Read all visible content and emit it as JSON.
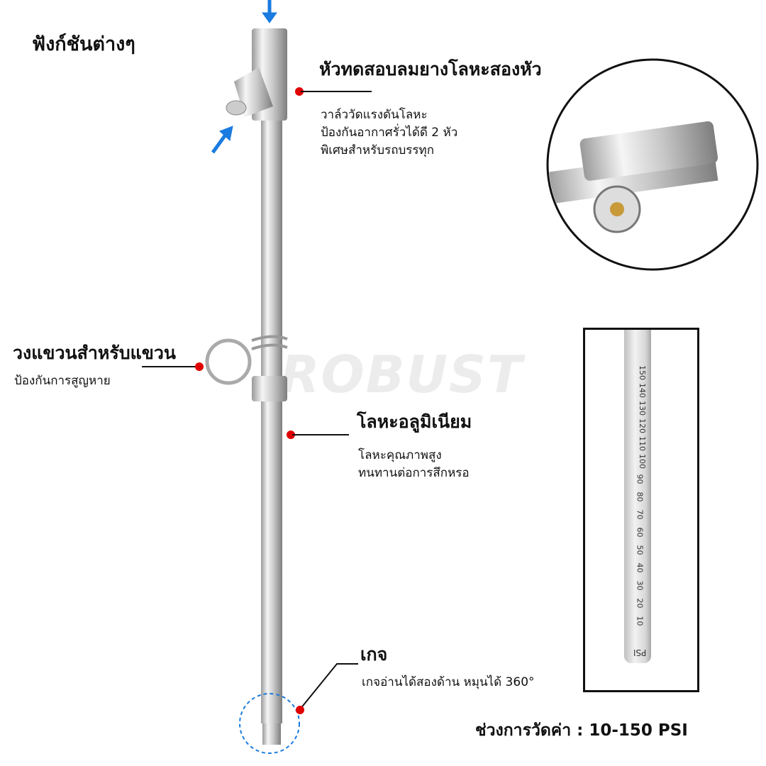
{
  "title": "ฟังก์ชันต่างๆ",
  "watermark": "ROBUST",
  "colors": {
    "accent_dot": "#e00000",
    "arrow": "#1a7be0"
  },
  "features": [
    {
      "heading": "หัวทดสอบลมยางโลหะสองหัว",
      "lines": [
        "วาล์ววัดแรงดันโลหะ",
        "ป้องกันอากาศรั่วได้ดี 2 หัว",
        "พิเศษสำหรับรถบรรทุก"
      ]
    },
    {
      "heading": "วงแขวนสำหรับแขวน",
      "lines": [
        "ป้องกันการสูญหาย"
      ]
    },
    {
      "heading": "โลหะอลูมิเนียม",
      "lines": [
        "โลหะคุณภาพสูง",
        "ทนทานต่อการสึกหรอ"
      ]
    },
    {
      "heading": "เกจ",
      "lines": [
        "เกจอ่านได้สองด้าน หมุนได้ 360°"
      ]
    }
  ],
  "gauge": {
    "unit": "PSI",
    "ticks": [
      "150",
      "140",
      "130",
      "120",
      "110",
      "100",
      "90",
      "80",
      "70",
      "60",
      "50",
      "40",
      "30",
      "20",
      "10"
    ]
  },
  "range_label": "ช่วงการวัดค่า : 10-150 PSI"
}
